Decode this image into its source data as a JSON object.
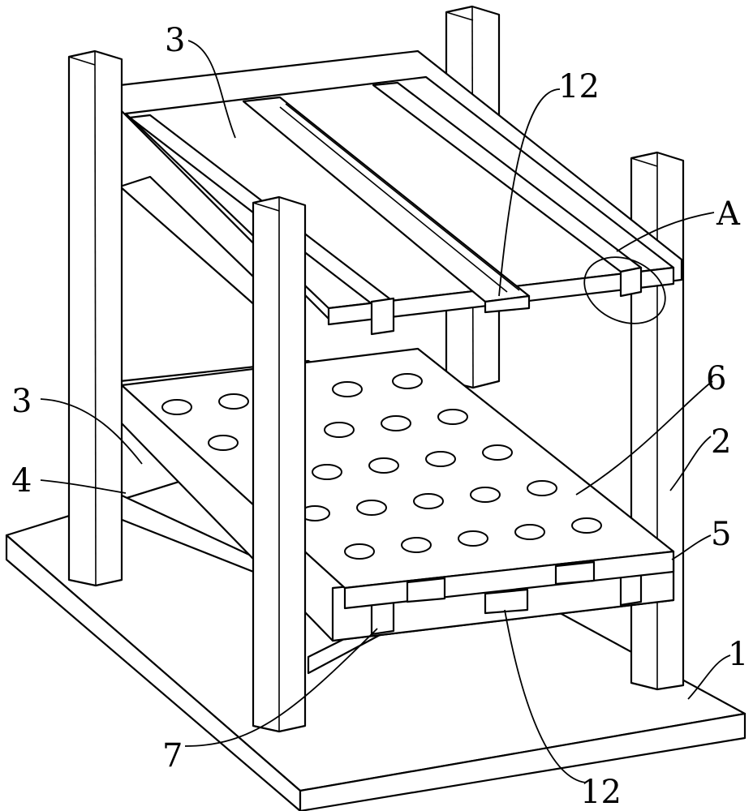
{
  "figure": {
    "labels": [
      {
        "id": "label-1",
        "text": "1"
      },
      {
        "id": "label-2",
        "text": "2"
      },
      {
        "id": "label-3-top",
        "text": "3"
      },
      {
        "id": "label-3-side",
        "text": "3"
      },
      {
        "id": "label-4",
        "text": "4"
      },
      {
        "id": "label-5",
        "text": "5"
      },
      {
        "id": "label-6",
        "text": "6"
      },
      {
        "id": "label-7",
        "text": "7"
      },
      {
        "id": "label-12-top",
        "text": "12"
      },
      {
        "id": "label-12-bottom",
        "text": "12"
      },
      {
        "id": "label-A",
        "text": "A"
      }
    ]
  }
}
